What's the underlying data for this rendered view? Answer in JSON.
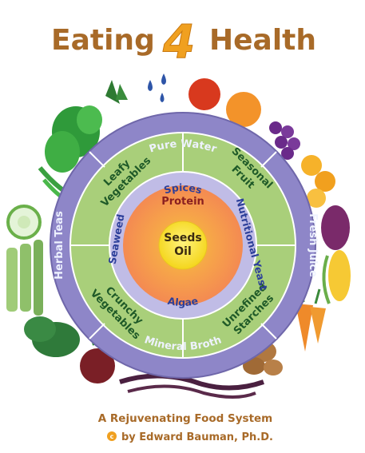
{
  "title": {
    "part1": "Eating",
    "numeral": "4",
    "part2": "Health"
  },
  "outer_ring": {
    "top": "Pure Water",
    "right": "Fresh Juice",
    "bottom": "Mineral Broth",
    "left": "Herbal Teas"
  },
  "green_ring": {
    "upper_left": [
      "Leafy",
      "Vegetables"
    ],
    "upper_right": [
      "Seasonal",
      "Fruit"
    ],
    "lower_left": [
      "Crunchy",
      "Vegetables"
    ],
    "lower_right": [
      "Unrefined",
      "Starches"
    ]
  },
  "inner_ring": {
    "top": "Spices",
    "left": "Seaweed",
    "right": "Nutritional Yeast",
    "bottom": "Algae"
  },
  "core": {
    "protein": "Protein",
    "center_line1": "Seeds",
    "center_line2": "Oil"
  },
  "footer": {
    "subtitle": "A Rejuvenating Food System",
    "copyright_symbol": "c",
    "author": "by Edward Bauman, Ph.D."
  },
  "colors": {
    "title_brown": "#a86a28",
    "numeral_orange": "#f0a020",
    "purple_ring": "#8e86c8",
    "green_ring": "#a9cf7a",
    "lavender_ring": "#c0bce6",
    "core_orange": "#f59a4a",
    "core_yellow": "#f7e43a",
    "label_blue": "#2c3f9a",
    "label_green_dark": "#1f5a28",
    "label_cream": "#eef2ff",
    "protein_red": "#8a2020"
  }
}
